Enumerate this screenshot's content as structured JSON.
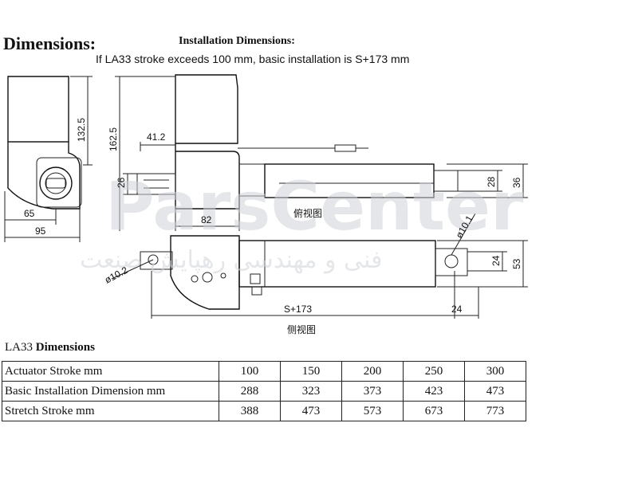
{
  "heading": "Dimensions:",
  "installation": {
    "title": "Installation Dimensions:",
    "note": "If LA33 stroke exceeds 100 mm, basic installation is S+173 mm"
  },
  "drawing": {
    "dims": {
      "d132_5": "132.5",
      "d162_5": "162.5",
      "d41_2": "41.2",
      "d26": "26",
      "d65": "65",
      "d95": "95",
      "d82": "82",
      "d28": "28",
      "d36": "36",
      "d10_1": "ø10.1",
      "d24a": "24",
      "d53": "53",
      "d10_2": "ø10.2",
      "s173": "S+173",
      "d24b": "24"
    },
    "view_labels": {
      "top_view": "俯视图",
      "side_view": "侧视图"
    }
  },
  "watermark": {
    "brand": "ParsCenter",
    "subtitle": "فنی و مهندسی رهپایش صنعت"
  },
  "table": {
    "title_model": "LA33",
    "title_word": "Dimensions",
    "rows": [
      {
        "label": "Actuator Stroke mm",
        "values": [
          "100",
          "150",
          "200",
          "250",
          "300"
        ]
      },
      {
        "label": "Basic Installation Dimension mm",
        "values": [
          "288",
          "323",
          "373",
          "423",
          "473"
        ]
      },
      {
        "label": "Stretch Stroke mm",
        "values": [
          "388",
          "473",
          "573",
          "673",
          "773"
        ]
      }
    ]
  }
}
